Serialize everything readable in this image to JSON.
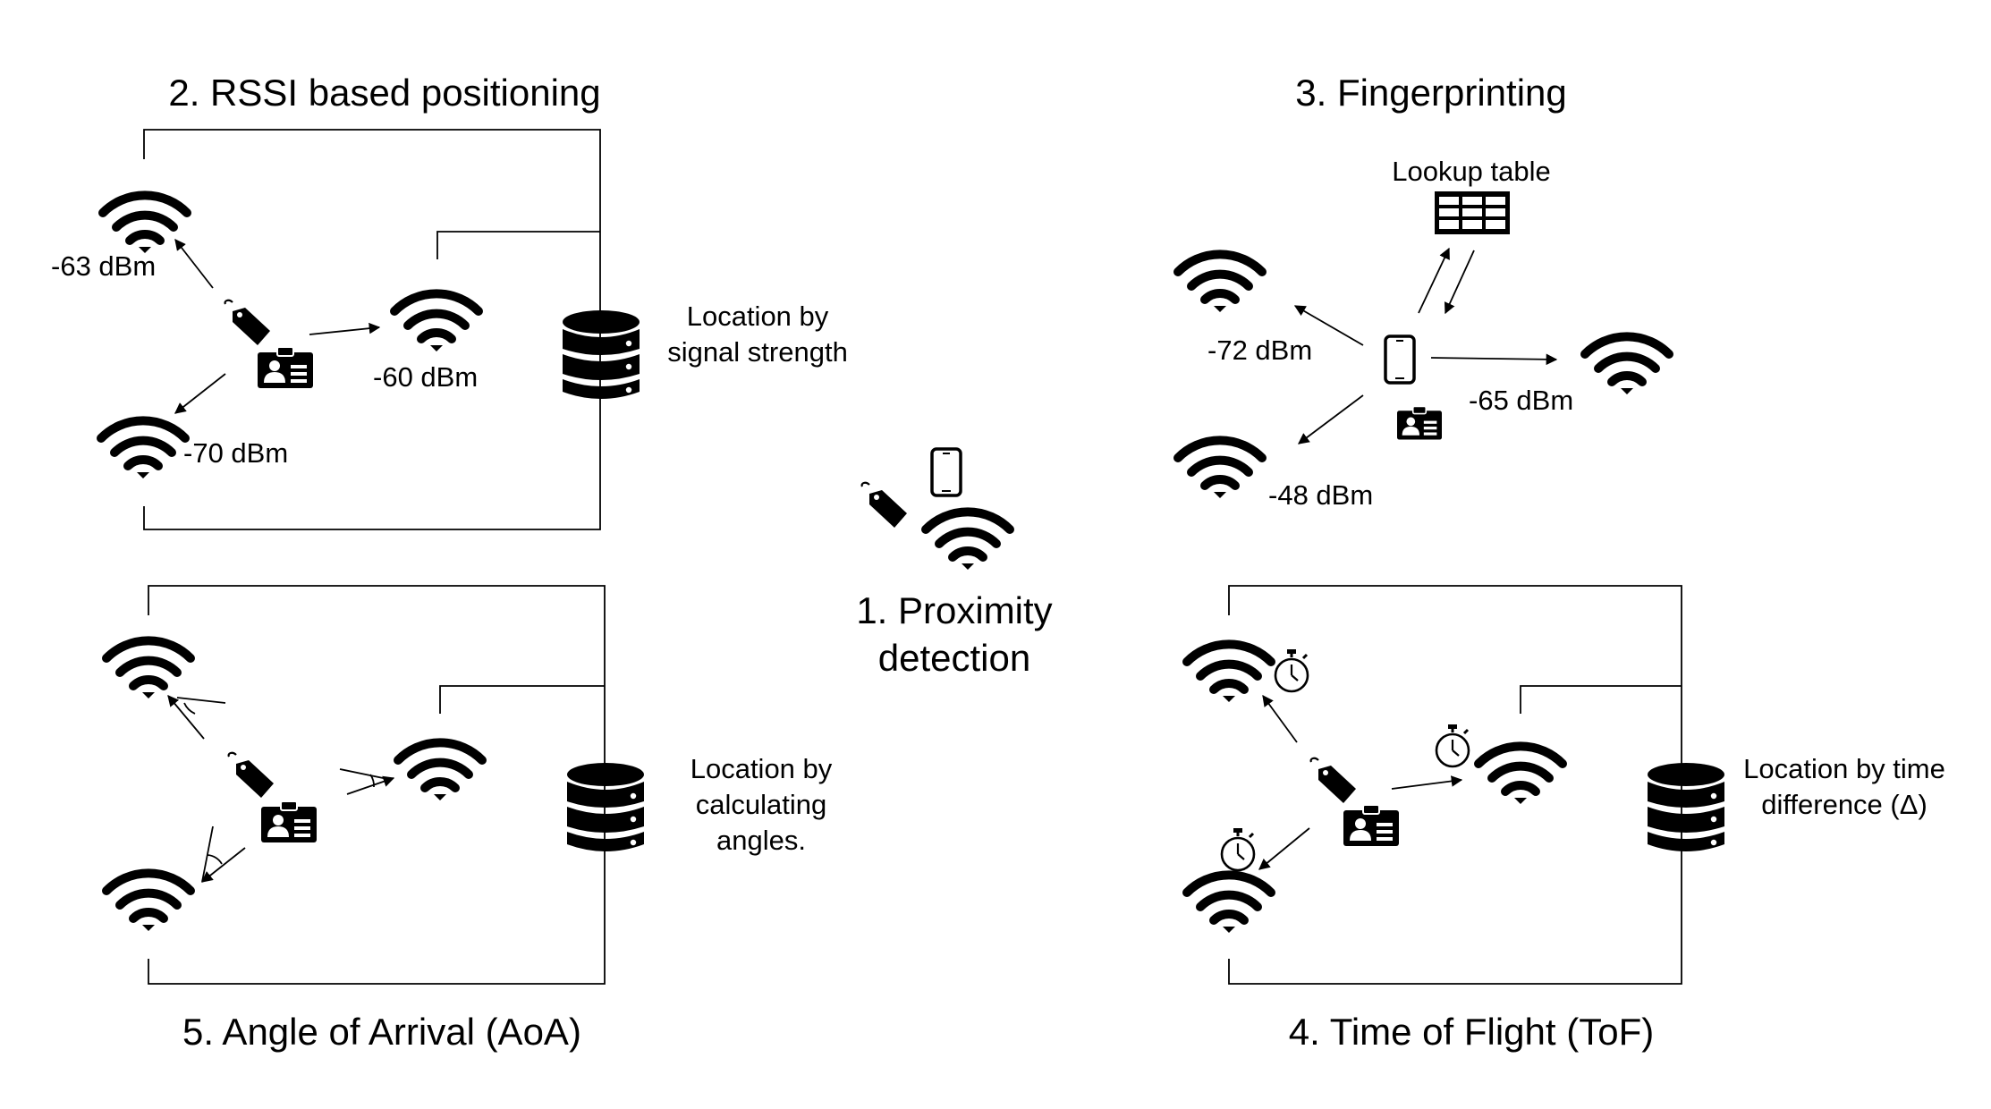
{
  "titles": {
    "proximity_line1": "1. Proximity",
    "proximity_line2": "detection",
    "rssi": "2. RSSI based positioning",
    "fingerprinting": "3. Fingerprinting",
    "tof": "4. Time of Flight (ToF)",
    "aoa": "5. Angle of Arrival (AoA)"
  },
  "rssi": {
    "readings": [
      "-63 dBm",
      "-60 dBm",
      "-70 dBm"
    ],
    "caption_line1": "Location by",
    "caption_line2": "signal strength"
  },
  "fingerprinting": {
    "table_label": "Lookup table",
    "readings": [
      "-72 dBm",
      "-65 dBm",
      "-48 dBm"
    ]
  },
  "aoa": {
    "caption_line1": "Location by",
    "caption_line2": "calculating",
    "caption_line3": "angles."
  },
  "tof": {
    "caption_line1": "Location by time",
    "caption_line2": "difference (Δ)"
  },
  "icons": [
    "wifi-icon",
    "tag-icon",
    "id-badge-icon",
    "smartphone-icon",
    "database-icon",
    "table-icon",
    "stopwatch-icon"
  ],
  "colors": {
    "ink": "#000000",
    "background": "#ffffff"
  }
}
